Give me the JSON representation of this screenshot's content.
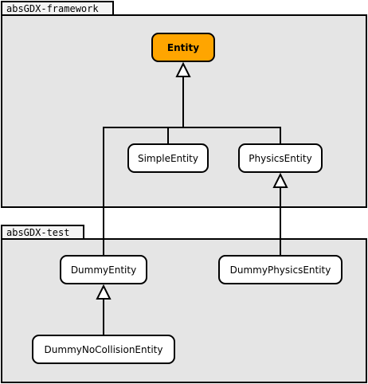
{
  "packages": {
    "framework": {
      "label": "absGDX-framework"
    },
    "test": {
      "label": "absGDX-test"
    }
  },
  "nodes": {
    "entity": {
      "label": "Entity",
      "fill": "#ffa500"
    },
    "simple_entity": {
      "label": "SimpleEntity"
    },
    "physics_entity": {
      "label": "PhysicsEntity"
    },
    "dummy_entity": {
      "label": "DummyEntity"
    },
    "dummy_physics_entity": {
      "label": "DummyPhysicsEntity"
    },
    "dummy_no_collision_entity": {
      "label": "DummyNoCollisionEntity"
    }
  },
  "colors": {
    "package_fill": "#e5e5e5",
    "tab_fill": "#f4f4f4",
    "node_fill": "#ffffff",
    "line": "#000000"
  }
}
